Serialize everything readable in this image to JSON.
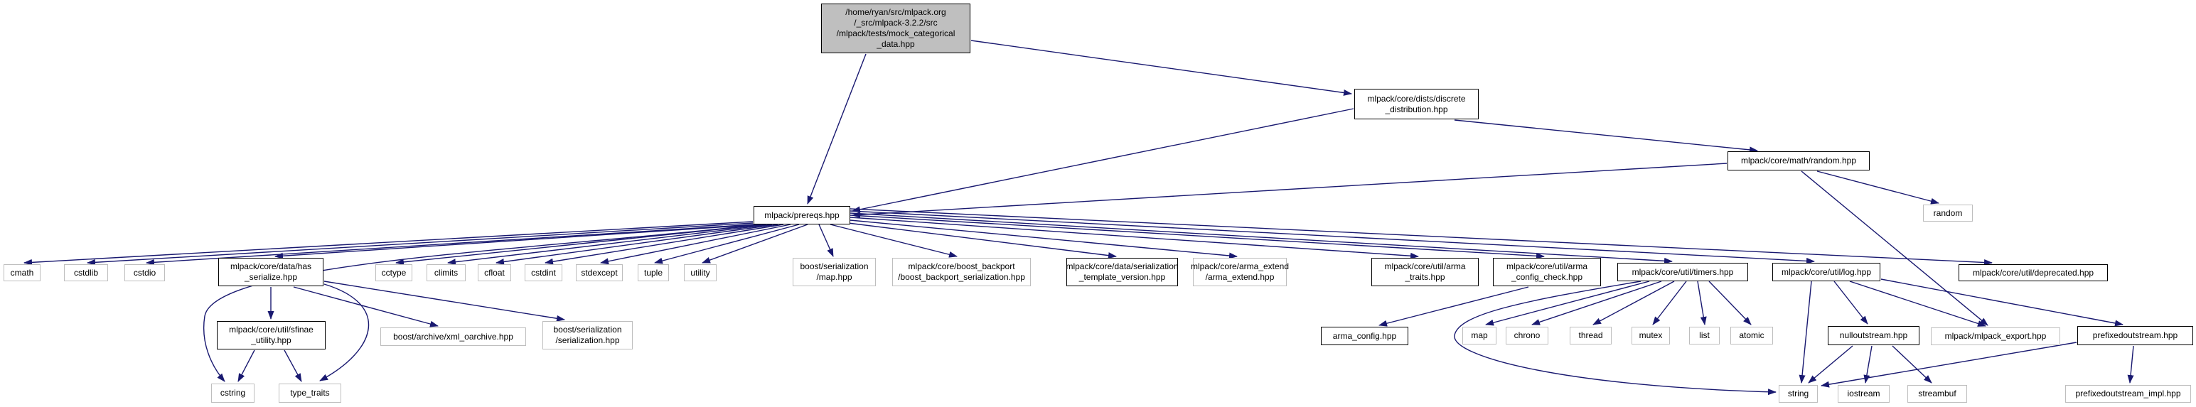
{
  "diagram": {
    "kind": "include-dependency-graph",
    "colors": {
      "edge": "#191970",
      "root_fill": "#bfbfbf",
      "external_border": "#bebebe",
      "documented_border": "#000000",
      "background": "#ffffff"
    },
    "nodes": {
      "mock": {
        "label": "/home/ryan/src/mlpack.org\n/_src/mlpack-3.2.2/src\n/mlpack/tests/mock_categorical\n_data.hpp",
        "kind": "root"
      },
      "discrete": {
        "label": "mlpack/core/dists/discrete\n_distribution.hpp",
        "kind": "documented"
      },
      "randomhpp": {
        "label": "mlpack/core/math/random.hpp",
        "kind": "documented"
      },
      "prereqs": {
        "label": "mlpack/prereqs.hpp",
        "kind": "documented"
      },
      "random": {
        "label": "random",
        "kind": "external"
      },
      "cmath": {
        "label": "cmath",
        "kind": "external"
      },
      "cstdlib": {
        "label": "cstdlib",
        "kind": "external"
      },
      "cstdio": {
        "label": "cstdio",
        "kind": "external"
      },
      "has_serialize": {
        "label": "mlpack/core/data/has\n_serialize.hpp",
        "kind": "documented"
      },
      "cctype": {
        "label": "cctype",
        "kind": "external"
      },
      "climits": {
        "label": "climits",
        "kind": "external"
      },
      "cfloat": {
        "label": "cfloat",
        "kind": "external"
      },
      "cstdint": {
        "label": "cstdint",
        "kind": "external"
      },
      "stdexcept": {
        "label": "stdexcept",
        "kind": "external"
      },
      "tuple": {
        "label": "tuple",
        "kind": "external"
      },
      "utility": {
        "label": "utility",
        "kind": "external"
      },
      "boostmap": {
        "label": "boost/serialization\n/map.hpp",
        "kind": "external"
      },
      "backport": {
        "label": "mlpack/core/boost_backport\n/boost_backport_serialization.hpp",
        "kind": "external"
      },
      "serialtv": {
        "label": "mlpack/core/data/serialization\n_template_version.hpp",
        "kind": "documented"
      },
      "armaext": {
        "label": "mlpack/core/arma_extend\n/arma_extend.hpp",
        "kind": "external"
      },
      "armatraits": {
        "label": "mlpack/core/util/arma\n_traits.hpp",
        "kind": "documented"
      },
      "configcheck": {
        "label": "mlpack/core/util/arma\n_config_check.hpp",
        "kind": "documented"
      },
      "timers": {
        "label": "mlpack/core/util/timers.hpp",
        "kind": "documented"
      },
      "log": {
        "label": "mlpack/core/util/log.hpp",
        "kind": "documented"
      },
      "deprecated": {
        "label": "mlpack/core/util/deprecated.hpp",
        "kind": "documented"
      },
      "sfinae": {
        "label": "mlpack/core/util/sfinae\n_utility.hpp",
        "kind": "documented"
      },
      "xmloarchive": {
        "label": "boost/archive/xml_oarchive.hpp",
        "kind": "external"
      },
      "boostserial": {
        "label": "boost/serialization\n/serialization.hpp",
        "kind": "external"
      },
      "armaconfig": {
        "label": "arma_config.hpp",
        "kind": "documented"
      },
      "map": {
        "label": "map",
        "kind": "external"
      },
      "chrono": {
        "label": "chrono",
        "kind": "external"
      },
      "thread": {
        "label": "thread",
        "kind": "external"
      },
      "mutex": {
        "label": "mutex",
        "kind": "external"
      },
      "list": {
        "label": "list",
        "kind": "external"
      },
      "atomic": {
        "label": "atomic",
        "kind": "external"
      },
      "nullout": {
        "label": "nulloutstream.hpp",
        "kind": "documented"
      },
      "mexport": {
        "label": "mlpack/mlpack_export.hpp",
        "kind": "external"
      },
      "prefixout": {
        "label": "prefixedoutstream.hpp",
        "kind": "documented"
      },
      "cstring": {
        "label": "cstring",
        "kind": "external"
      },
      "typetraits": {
        "label": "type_traits",
        "kind": "external"
      },
      "string": {
        "label": "string",
        "kind": "external"
      },
      "iostream": {
        "label": "iostream",
        "kind": "external"
      },
      "streambuf": {
        "label": "streambuf",
        "kind": "external"
      },
      "prefiximpl": {
        "label": "prefixedoutstream_impl.hpp",
        "kind": "external"
      }
    },
    "edges": [
      {
        "from": "mock",
        "to": "prereqs"
      },
      {
        "from": "mock",
        "to": "discrete"
      },
      {
        "from": "discrete",
        "to": "prereqs"
      },
      {
        "from": "discrete",
        "to": "randomhpp"
      },
      {
        "from": "randomhpp",
        "to": "prereqs"
      },
      {
        "from": "randomhpp",
        "to": "random"
      },
      {
        "from": "randomhpp",
        "to": "mexport"
      },
      {
        "from": "prereqs",
        "to": "cmath"
      },
      {
        "from": "prereqs",
        "to": "cstdlib"
      },
      {
        "from": "prereqs",
        "to": "cstdio"
      },
      {
        "from": "prereqs",
        "to": "has_serialize"
      },
      {
        "from": "prereqs",
        "to": "cctype"
      },
      {
        "from": "prereqs",
        "to": "climits"
      },
      {
        "from": "prereqs",
        "to": "cfloat"
      },
      {
        "from": "prereqs",
        "to": "cstdint"
      },
      {
        "from": "prereqs",
        "to": "stdexcept"
      },
      {
        "from": "prereqs",
        "to": "tuple"
      },
      {
        "from": "prereqs",
        "to": "utility"
      },
      {
        "from": "prereqs",
        "to": "boostmap"
      },
      {
        "from": "prereqs",
        "to": "backport"
      },
      {
        "from": "prereqs",
        "to": "serialtv"
      },
      {
        "from": "prereqs",
        "to": "armaext"
      },
      {
        "from": "prereqs",
        "to": "armatraits"
      },
      {
        "from": "prereqs",
        "to": "configcheck"
      },
      {
        "from": "prereqs",
        "to": "timers"
      },
      {
        "from": "prereqs",
        "to": "log"
      },
      {
        "from": "prereqs",
        "to": "deprecated"
      },
      {
        "from": "prereqs",
        "to": "cstring"
      },
      {
        "from": "has_serialize",
        "to": "sfinae"
      },
      {
        "from": "has_serialize",
        "to": "xmloarchive"
      },
      {
        "from": "has_serialize",
        "to": "boostserial"
      },
      {
        "from": "has_serialize",
        "to": "typetraits"
      },
      {
        "from": "sfinae",
        "to": "cstring"
      },
      {
        "from": "sfinae",
        "to": "typetraits"
      },
      {
        "from": "configcheck",
        "to": "armaconfig"
      },
      {
        "from": "timers",
        "to": "map"
      },
      {
        "from": "timers",
        "to": "chrono"
      },
      {
        "from": "timers",
        "to": "thread"
      },
      {
        "from": "timers",
        "to": "mutex"
      },
      {
        "from": "timers",
        "to": "list"
      },
      {
        "from": "timers",
        "to": "atomic"
      },
      {
        "from": "timers",
        "to": "string"
      },
      {
        "from": "log",
        "to": "string"
      },
      {
        "from": "log",
        "to": "nullout"
      },
      {
        "from": "log",
        "to": "mexport"
      },
      {
        "from": "log",
        "to": "prefixout"
      },
      {
        "from": "nullout",
        "to": "string"
      },
      {
        "from": "nullout",
        "to": "iostream"
      },
      {
        "from": "nullout",
        "to": "streambuf"
      },
      {
        "from": "prefixout",
        "to": "string"
      },
      {
        "from": "prefixout",
        "to": "prefiximpl"
      }
    ]
  }
}
